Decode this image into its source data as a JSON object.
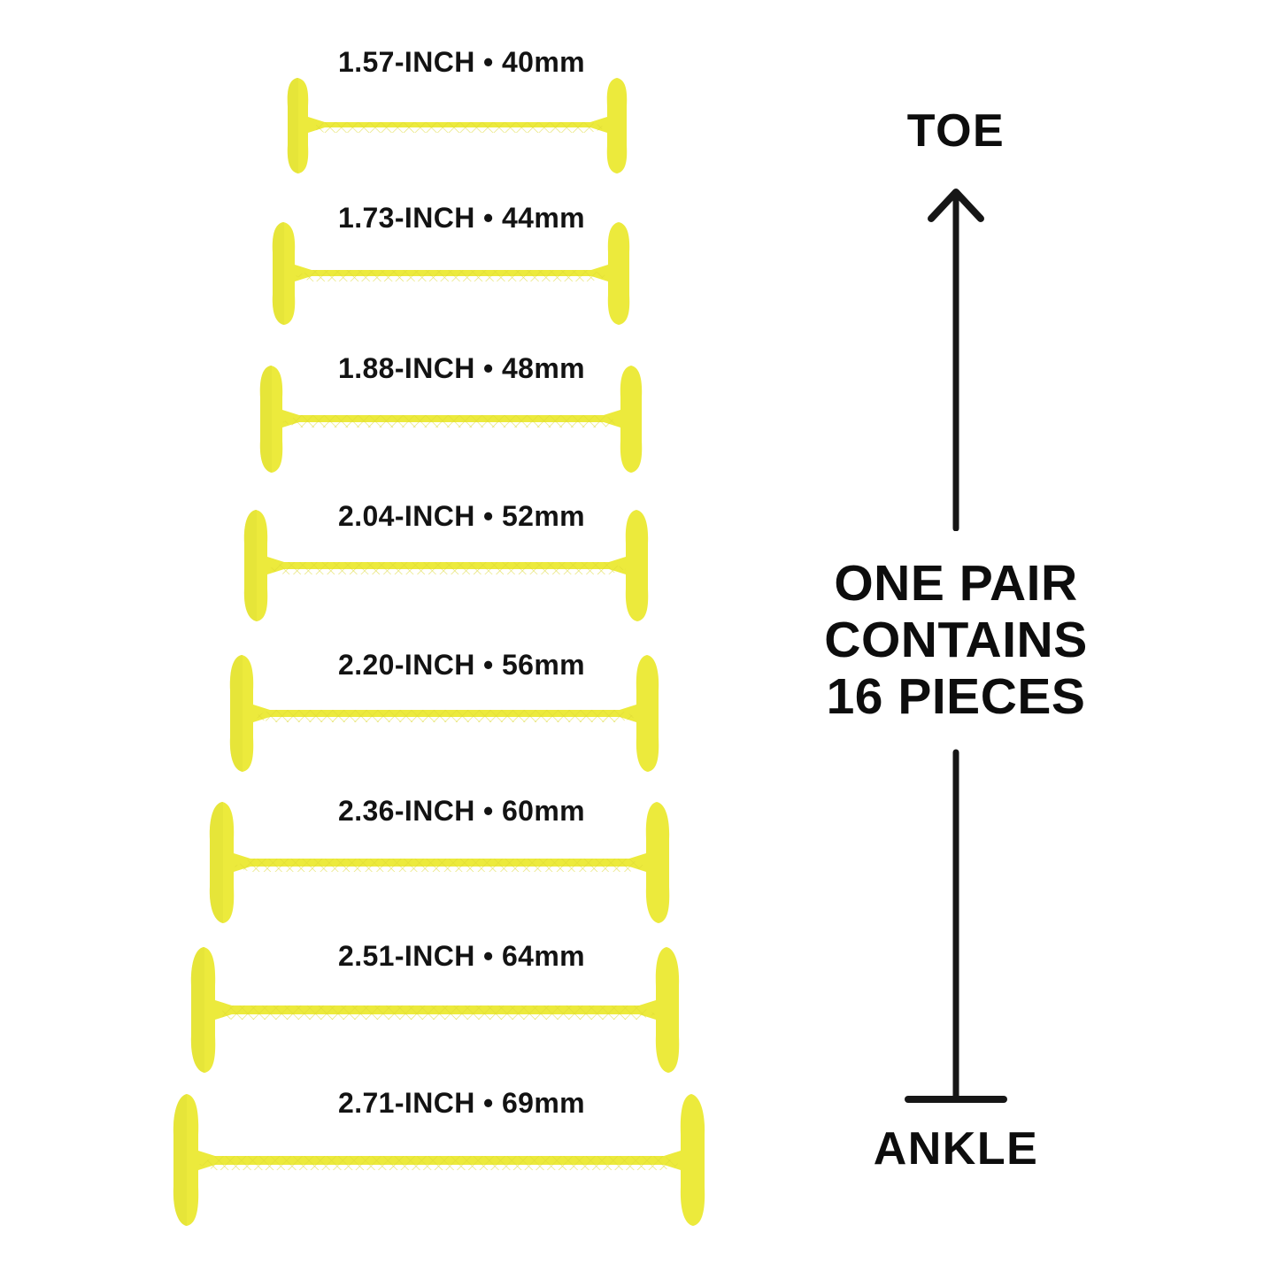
{
  "meta": {
    "background_color": "#ffffff",
    "lace_color": "#ecea3c",
    "lace_color_shadow": "#d8d52f",
    "lace_color_highlight": "#f5f45f",
    "text_color": "#131313"
  },
  "product_sizes": [
    {
      "label": "1.57-INCH • 40mm",
      "inches": "1.57",
      "mm": "40"
    },
    {
      "label": "1.73-INCH • 44mm",
      "inches": "1.73",
      "mm": "44"
    },
    {
      "label": "1.88-INCH • 48mm",
      "inches": "1.88",
      "mm": "48"
    },
    {
      "label": "2.04-INCH • 52mm",
      "inches": "2.04",
      "mm": "52"
    },
    {
      "label": "2.20-INCH • 56mm",
      "inches": "2.20",
      "mm": "56"
    },
    {
      "label": "2.36-INCH • 60mm",
      "inches": "2.36",
      "mm": "60"
    },
    {
      "label": "2.51-INCH • 64mm",
      "inches": "2.51",
      "mm": "64"
    },
    {
      "label": "2.71-INCH • 69mm",
      "inches": "2.71",
      "mm": "69"
    }
  ],
  "axis": {
    "top_label": "TOE",
    "bottom_label": "ANKLE",
    "note_line_1": "ONE PAIR",
    "note_line_2": "CONTAINS",
    "note_line_3": "16 PIECES",
    "arrow_icon": "up-arrow-icon",
    "end_cap_icon": "t-bar-icon"
  }
}
